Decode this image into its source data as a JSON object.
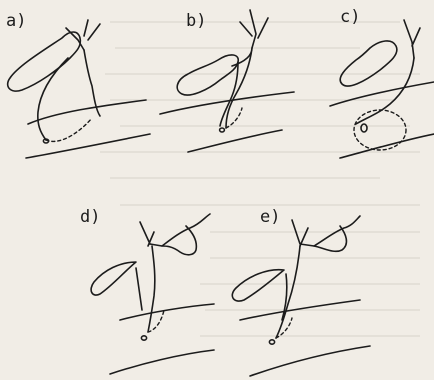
{
  "panels": [
    {
      "id": "a",
      "label": "a)"
    },
    {
      "id": "b",
      "label": "b)"
    },
    {
      "id": "c",
      "label": "c)"
    },
    {
      "id": "d",
      "label": "d)"
    },
    {
      "id": "e",
      "label": "e)"
    }
  ],
  "colors": {
    "paper": "#f1ede6",
    "ink": "#1c1c1c",
    "bleed_through": "#d8d3cb"
  }
}
